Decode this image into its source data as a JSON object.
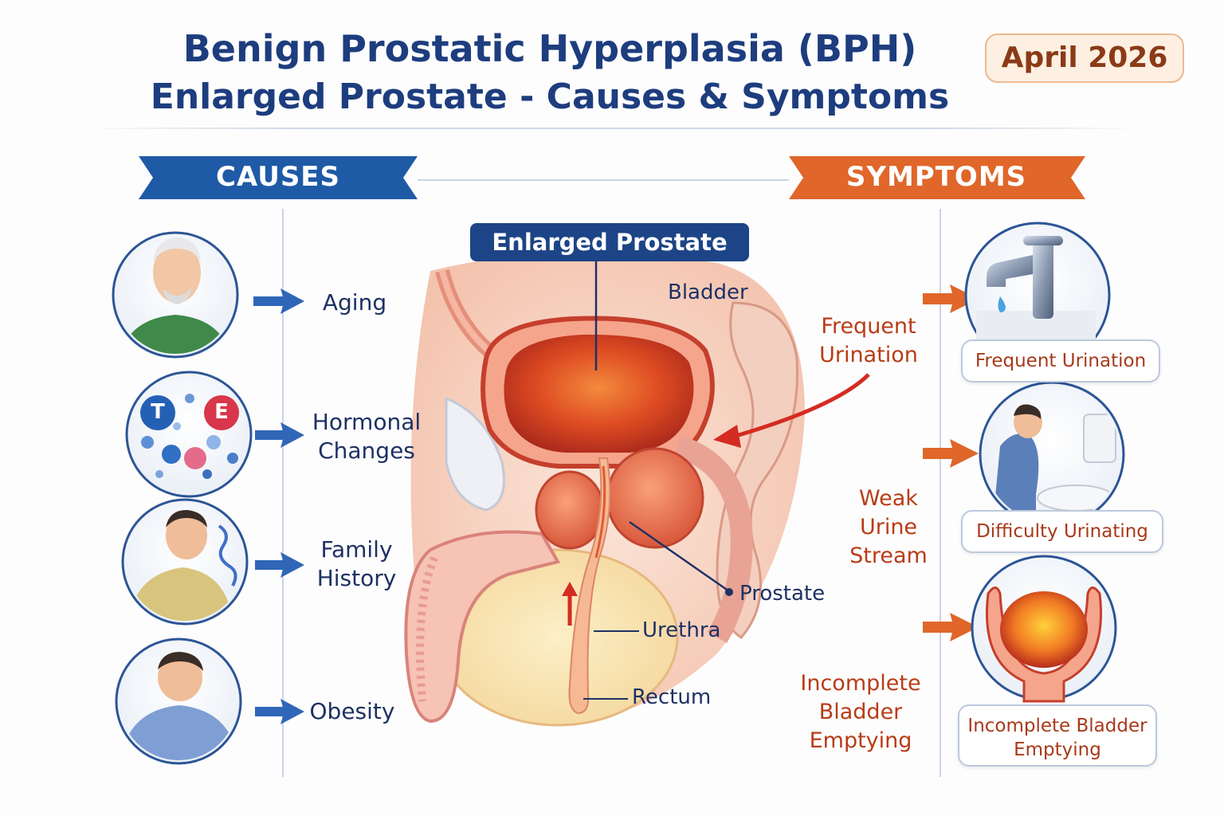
{
  "header": {
    "title_line1": "Benign Prostatic Hyperplasia (BPH)",
    "title_line2": "Enlarged Prostate - Causes & Symptoms",
    "date": "April 2026"
  },
  "causes": {
    "heading": "CAUSES",
    "items": [
      {
        "label_line1": "Aging",
        "label_line2": ""
      },
      {
        "label_line1": "Hormonal",
        "label_line2": "Changes",
        "icon_letters": [
          "T",
          "E"
        ]
      },
      {
        "label_line1": "Family",
        "label_line2": "History"
      },
      {
        "label_line1": "Obesity",
        "label_line2": ""
      }
    ]
  },
  "symptoms": {
    "heading": "SYMPTOMS",
    "callouts": [
      {
        "line1": "Frequent",
        "line2": "Urination",
        "line3": ""
      },
      {
        "line1": "Weak",
        "line2": "Urine",
        "line3": "Stream"
      },
      {
        "line1": "Incomplete",
        "line2": "Bladder",
        "line3": "Emptying"
      }
    ],
    "cards": [
      {
        "line1": "Frequent Urination",
        "line2": ""
      },
      {
        "line1": "Difficulty Urinating",
        "line2": ""
      },
      {
        "line1": "Incomplete Bladder",
        "line2": "Emptying"
      }
    ]
  },
  "anatomy": {
    "main_label": "Enlarged Prostate",
    "labels": {
      "bladder": "Bladder",
      "prostate": "Prostate",
      "urethra": "Urethra",
      "rectum": "Rectum"
    }
  },
  "colors": {
    "navy": "#1d3d7e",
    "causes_blue": "#1f5aa6",
    "symptoms_orange": "#e0662a",
    "symptom_text": "#b83c16"
  }
}
